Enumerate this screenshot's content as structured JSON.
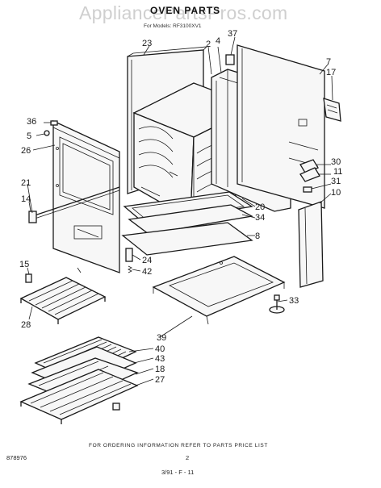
{
  "header": {
    "watermark": "AppliancePartsPros.com",
    "title": "OVEN PARTS",
    "subtitle": "For Models: RF3100XV1"
  },
  "callouts": [
    "23",
    "2",
    "4",
    "37",
    "7",
    "17",
    "36",
    "5",
    "26",
    "30",
    "11",
    "31",
    "10",
    "21",
    "14",
    "20",
    "34",
    "8",
    "15",
    "24",
    "42",
    "33",
    "28",
    "39",
    "40",
    "43",
    "18",
    "27"
  ],
  "footer": {
    "instruction": "FOR ORDERING INFORMATION REFER TO PARTS PRICE LIST",
    "doc_number": "878976",
    "page_number": "2",
    "date_code": "3/91 - F - 11"
  }
}
